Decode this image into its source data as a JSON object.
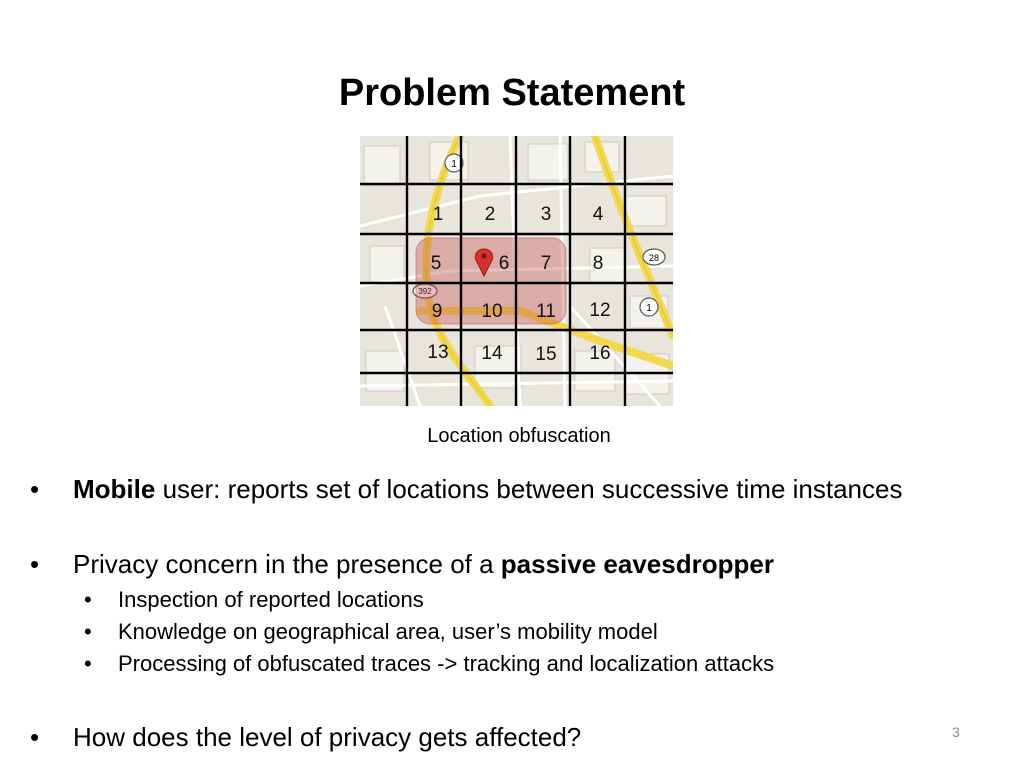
{
  "slide": {
    "title": "Problem Statement",
    "caption": "Location obfuscation",
    "page_number": "3"
  },
  "map": {
    "grid_cells": [
      "1",
      "2",
      "3",
      "4",
      "5",
      "6",
      "7",
      "8",
      "9",
      "10",
      "11",
      "12",
      "13",
      "14",
      "15",
      "16"
    ],
    "road_labels": [
      "1",
      "1",
      "28",
      "392"
    ],
    "highlight_color": "#c0504d",
    "pin_color": "#d9312b"
  },
  "bullets": [
    {
      "bold_prefix": "Mobile",
      "text": " user: reports set of locations between successive time instances"
    },
    {
      "text_prefix": "Privacy concern in the presence of a ",
      "bold": "passive eavesdropper"
    },
    {
      "text": "Inspection of reported locations"
    },
    {
      "text": "Knowledge on geographical area, user’s mobility model"
    },
    {
      "text": "Processing of obfuscated traces -> tracking and localization attacks"
    },
    {
      "text": "How does the level of privacy gets affected?"
    }
  ],
  "bullet_glyph": "•"
}
